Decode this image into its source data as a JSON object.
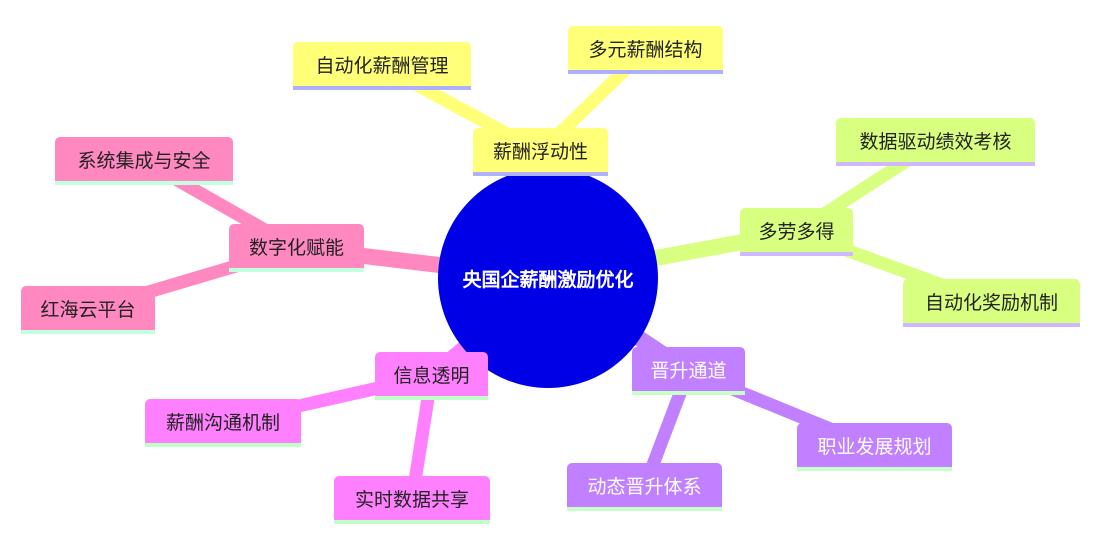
{
  "root": {
    "label": "央国企薪酬激励优化",
    "color": "#0000e6"
  },
  "branches": [
    {
      "label": "薪酬浮动性",
      "color": "#ffff78",
      "children": [
        "自动化薪酬管理",
        "多元薪酬结构"
      ]
    },
    {
      "label": "多劳多得",
      "color": "#d9ff80",
      "children": [
        "数据驱动绩效考核",
        "自动化奖励机制"
      ]
    },
    {
      "label": "晋升通道",
      "color": "#c080ff",
      "children": [
        "职业发展规划",
        "动态晋升体系"
      ]
    },
    {
      "label": "信息透明",
      "color": "#ff80ff",
      "children": [
        "薪酬沟通机制",
        "实时数据共享"
      ]
    },
    {
      "label": "数字化赋能",
      "color": "#ff88c0",
      "children": [
        "系统集成与安全",
        "红海云平台"
      ]
    }
  ]
}
